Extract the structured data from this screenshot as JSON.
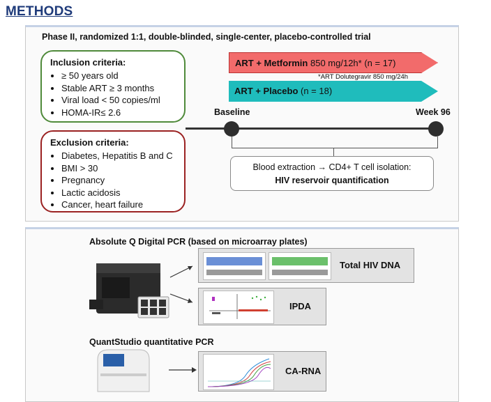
{
  "header": {
    "title": "METHODS"
  },
  "design": {
    "trial": "Phase II, randomized 1:1, double-blinded,  single-center, placebo-controlled trial",
    "inclusion": {
      "title": "Inclusion criteria:",
      "items": [
        "≥  50 years old",
        "Stable ART ≥ 3 months",
        "Viral load < 50 copies/ml",
        "HOMA-IR≤ 2.6"
      ]
    },
    "exclusion": {
      "title": "Exclusion criteria:",
      "items": [
        "Diabetes, Hepatitis B and C",
        "BMI > 30",
        "Pregnancy",
        "Lactic acidosis",
        "Cancer, heart failure"
      ]
    },
    "arm_metformin": {
      "bold": "ART + Metformin",
      "rest": " 850 mg/12h* (n = 17)"
    },
    "arm_metformin_note": "*ART Dolutegravir 850 mg/24h",
    "arm_placebo": {
      "bold": "ART + Placebo",
      "rest": " (n = 18)"
    },
    "baseline_label": "Baseline",
    "week_label": "Week 96",
    "blood_line1": "Blood extraction → CD4+ T cell isolation:",
    "blood_line2": "HIV reservoir quantification"
  },
  "assays": {
    "dpcr_title": "Absolute Q Digital PCR (based on microarray plates)",
    "qpcr_title": "QuantStudio quantitative PCR",
    "results": [
      "Total HIV DNA",
      "IPDA",
      "CA-RNA"
    ]
  },
  "colors": {
    "metformin": "#f26b6b",
    "placebo": "#1fbcbc",
    "inclusion": "#4f8a3a",
    "exclusion": "#9b2222"
  }
}
